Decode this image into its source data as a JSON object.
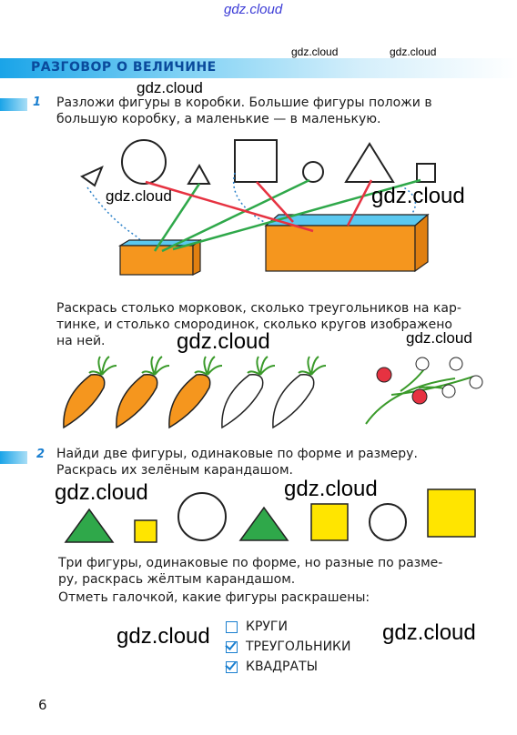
{
  "watermarks": {
    "top": "gdz.cloud",
    "header_left": "gdz.cloud",
    "header_right": "gdz.cloud",
    "task1_top": "gdz.cloud",
    "task1_left": "gdz.cloud",
    "task1_right": "gdz.cloud",
    "carrots_mid": "gdz.cloud",
    "carrots_right": "gdz.cloud",
    "task2_left": "gdz.cloud",
    "task2_mid": "gdz.cloud",
    "legend_left": "gdz.cloud",
    "legend_right": "gdz.cloud"
  },
  "header": {
    "title": "РАЗГОВОР О ВЕЛИЧИНЕ"
  },
  "task1": {
    "number": "1",
    "line1": "Разложи фигуры в коробки. Большие фигуры положи в",
    "line2": "большую коробку, а маленькие — в маленькую.",
    "para_line1": "Раскрась столько морковок, сколько треугольников на кар-",
    "para_line2": "тинке, и столько смородинок, сколько кругов изображено",
    "para_line3": "на ней."
  },
  "task2": {
    "number": "2",
    "line1": "Найди две фигуры, одинаковые по форме и размеру.",
    "line2": "Раскрась их зелёным карандашом.",
    "para_line1": "Три фигуры, одинаковые по форме, но разные по разме-",
    "para_line2": "ру, раскрась жёлтым карандашом.",
    "para_line3": "Отметь галочкой, какие фигуры раскрашены:",
    "options": [
      {
        "label": "КРУГИ",
        "checked": false
      },
      {
        "label": "ТРЕУГОЛЬНИКИ",
        "checked": true
      },
      {
        "label": "КВАДРАТЫ",
        "checked": true
      }
    ]
  },
  "colors": {
    "green": "#2fa84a",
    "yellow": "#ffe500",
    "orange": "#f5961e",
    "red": "#e63241",
    "blue": "#1a7fd0"
  },
  "page_number": "6"
}
